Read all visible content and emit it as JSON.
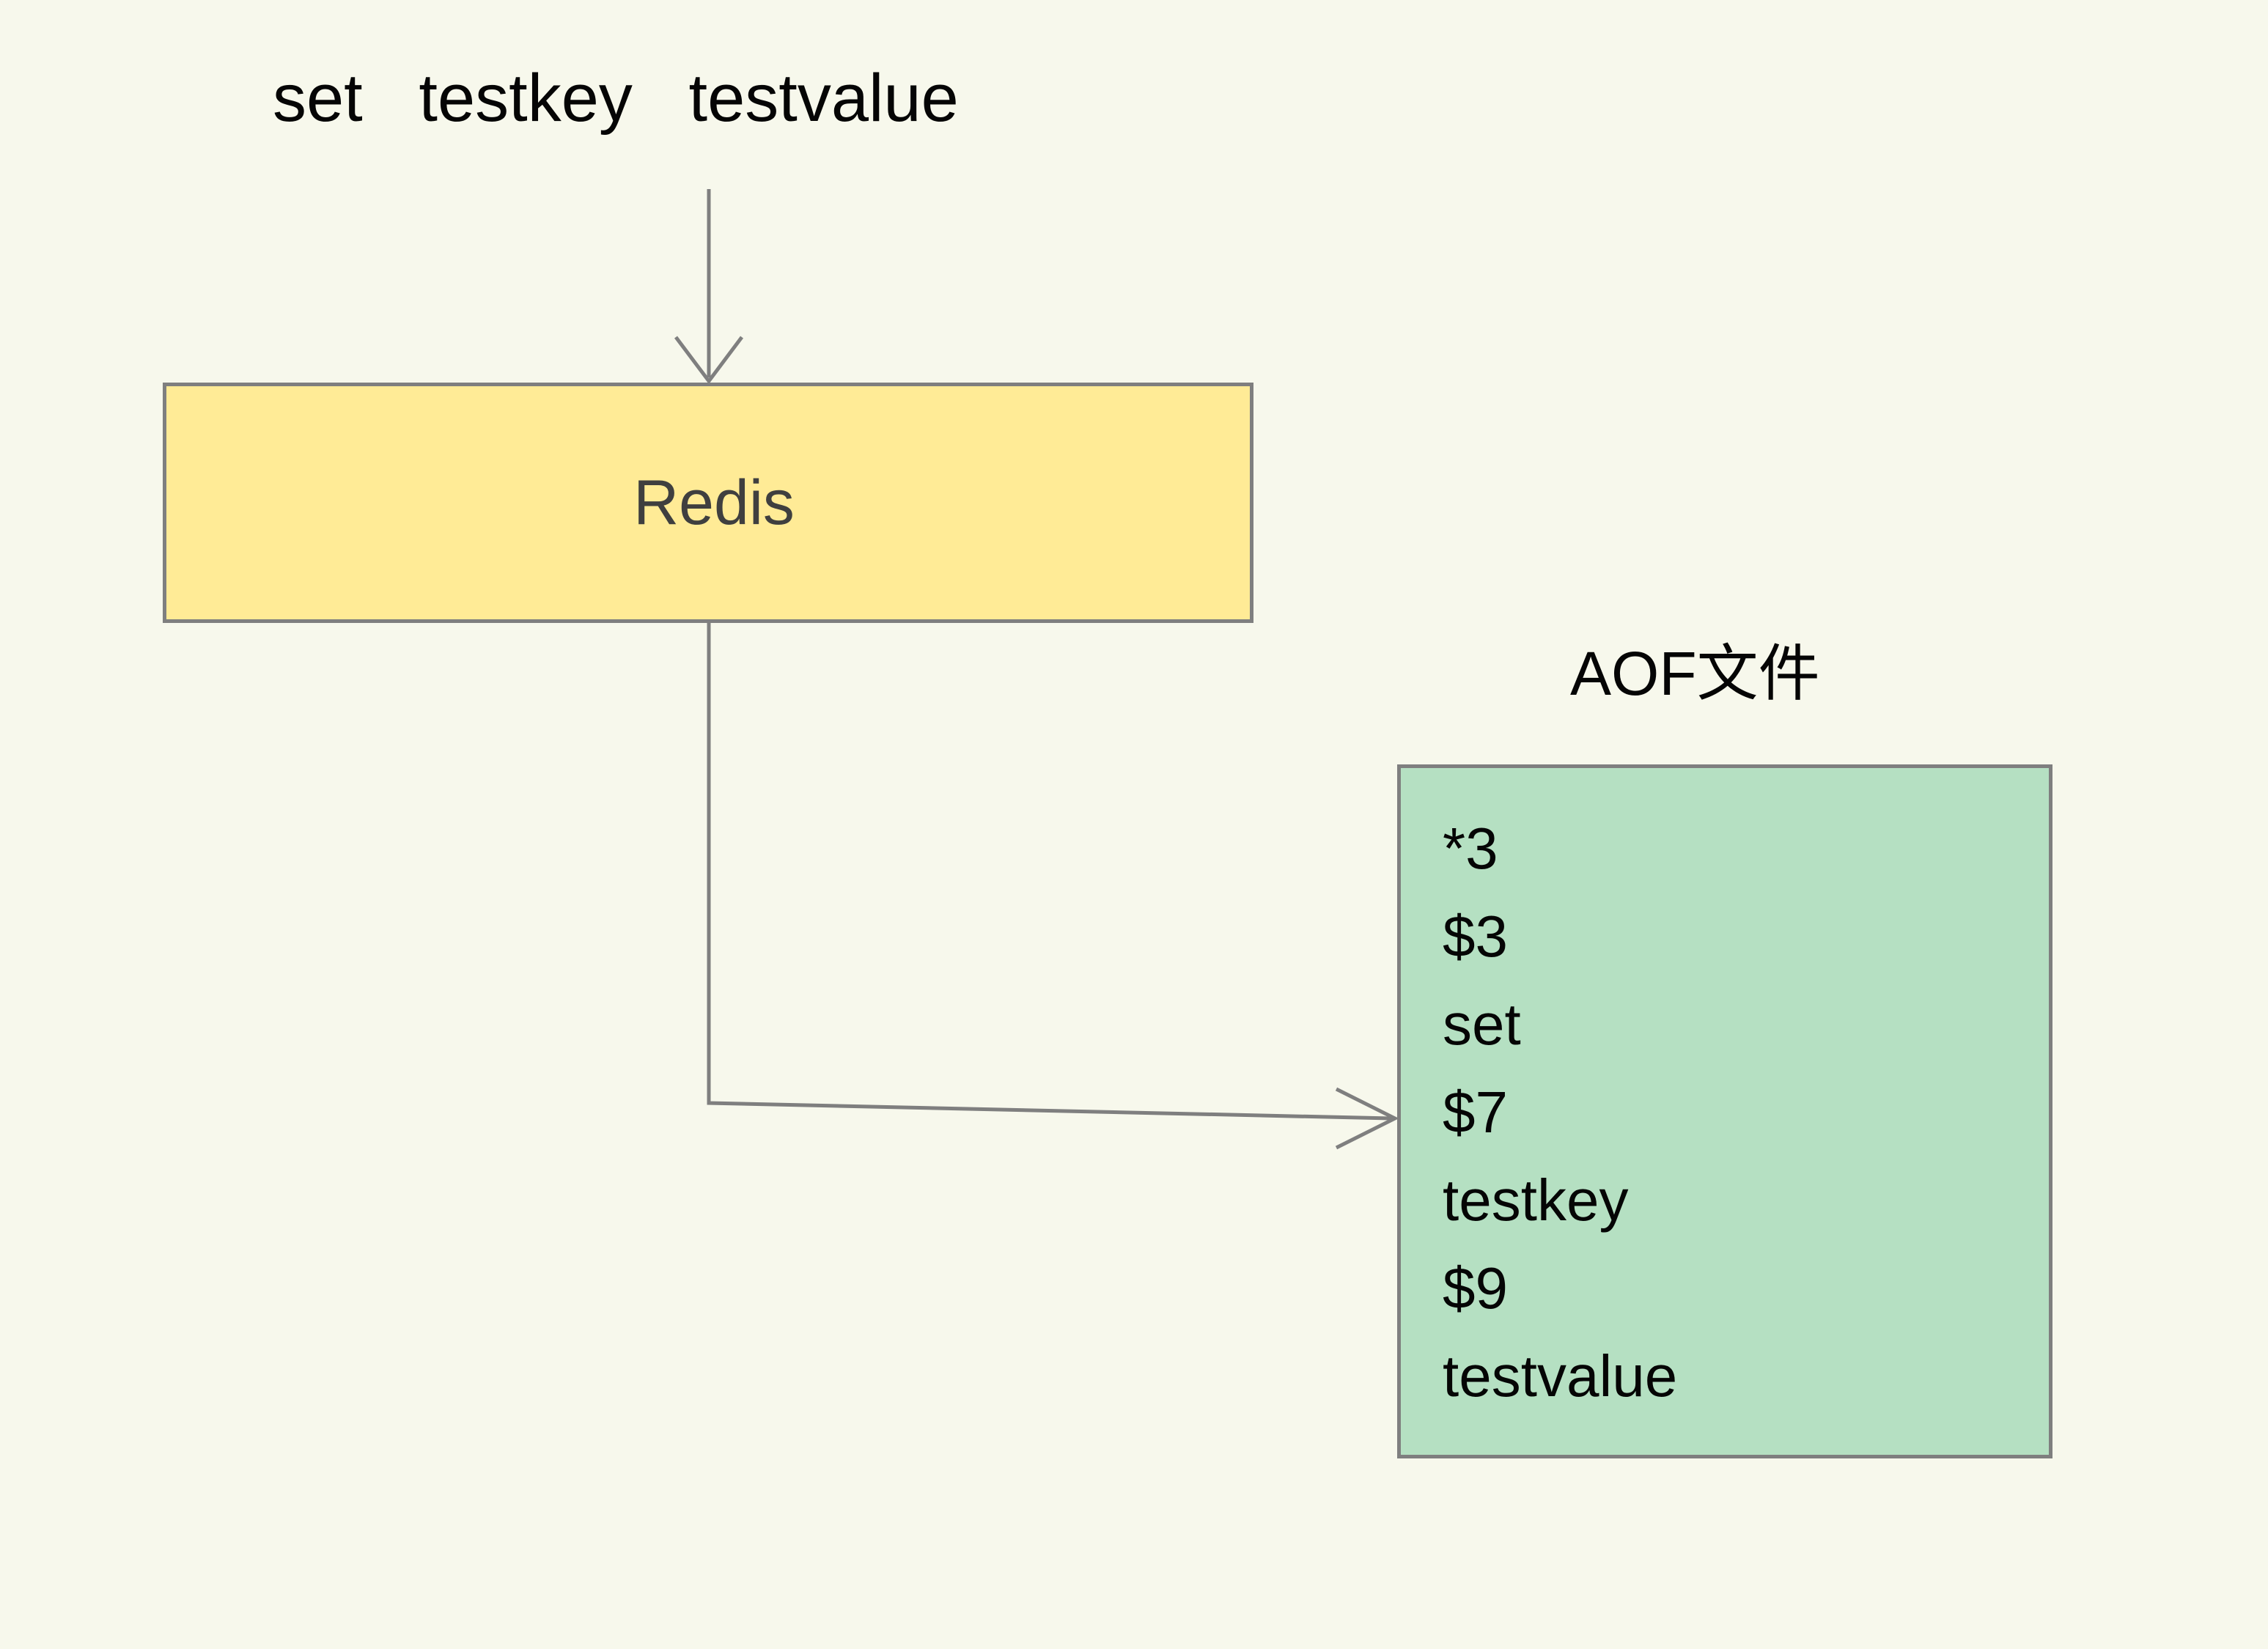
{
  "diagram": {
    "title_text": "set   testkey   testvalue",
    "background_color": "#f7f8ec",
    "nodes": {
      "redis": {
        "label": "Redis",
        "fill_color": "#ffeb96",
        "border_color": "#7f7f7f",
        "text_color": "#3f3f3f"
      },
      "aof_file": {
        "caption": "AOF文件",
        "fill_color": "#b5e0c2",
        "border_color": "#7f7f7f",
        "text_color": "#050505",
        "lines": [
          "*3",
          "$3",
          "set",
          "$7",
          "testkey",
          "$9",
          "testvalue"
        ]
      }
    },
    "edges": [
      {
        "name": "command-to-redis",
        "from": "command-text",
        "to": "redis",
        "style": "straight-down-arrow",
        "color": "#7f7f7f"
      },
      {
        "name": "redis-to-aof",
        "from": "redis",
        "to": "aof_file",
        "style": "elbow-down-then-right-arrow",
        "color": "#7f7f7f"
      }
    ]
  }
}
